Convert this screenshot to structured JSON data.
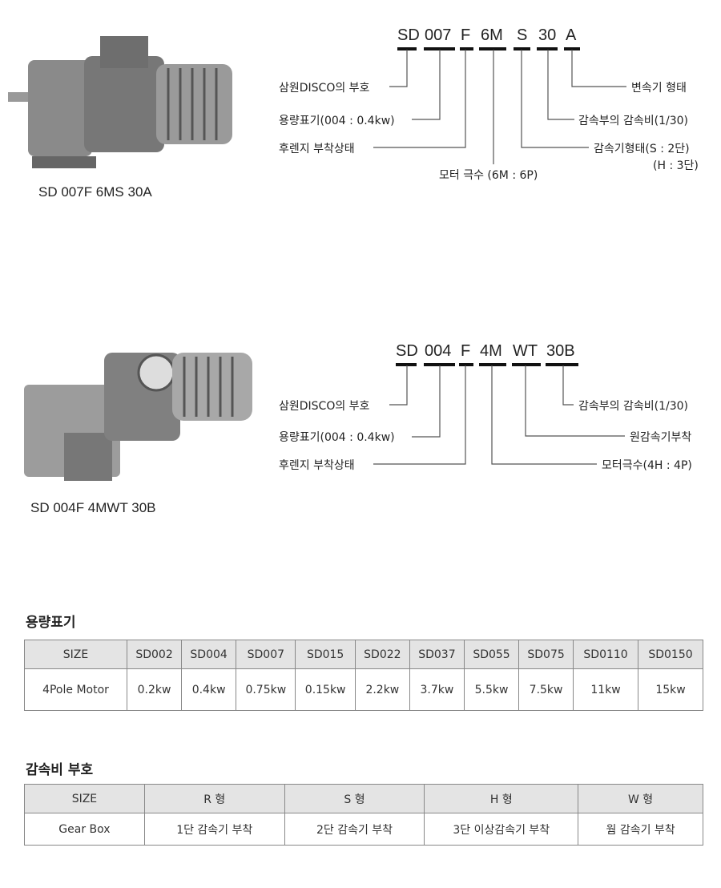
{
  "model1": {
    "caption": "SD 007F 6MS 30A",
    "codes": [
      "SD",
      "007",
      "F",
      "6M",
      "S",
      "30",
      "A"
    ],
    "labels": {
      "brand": "삼원DISCO의 부호",
      "capacity": "용량표기(004 : 0.4kw)",
      "flange": "후렌지 부착상태",
      "poles": "모터 극수 (6M : 6P)",
      "reducer_type": "감속기형태(S : 2단)",
      "reducer_type2": "(H : 3단)",
      "ratio": "감속부의 감속비(1/30)",
      "variator": "변속기 형태"
    }
  },
  "model2": {
    "caption": "SD 004F 4MWT 30B",
    "codes": [
      "SD",
      "004",
      "F",
      "4M",
      "WT",
      "30B"
    ],
    "labels": {
      "brand": "삼원DISCO의 부호",
      "capacity": "용량표기(004 : 0.4kw)",
      "flange": "후렌지 부착상태",
      "ratio": "감속부의 감속비(1/30)",
      "worm": "원감속기부착",
      "poles": "모터극수(4H : 4P)"
    }
  },
  "capacity_table": {
    "title": "용량표기",
    "header": [
      "SIZE",
      "SD002",
      "SD004",
      "SD007",
      "SD015",
      "SD022",
      "SD037",
      "SD055",
      "SD075",
      "SD0110",
      "SD0150"
    ],
    "row": [
      "4Pole Motor",
      "0.2kw",
      "0.4kw",
      "0.75kw",
      "0.15kw",
      "2.2kw",
      "3.7kw",
      "5.5kw",
      "7.5kw",
      "11kw",
      "15kw"
    ]
  },
  "ratio_table": {
    "title": "감속비 부호",
    "header": [
      "SIZE",
      "R 형",
      "S 형",
      "H 형",
      "W 형"
    ],
    "row": [
      "Gear Box",
      "1단 감속기 부착",
      "2단 감속기 부착",
      "3단 이상감속기 부착",
      "웜 감속기 부착"
    ]
  }
}
